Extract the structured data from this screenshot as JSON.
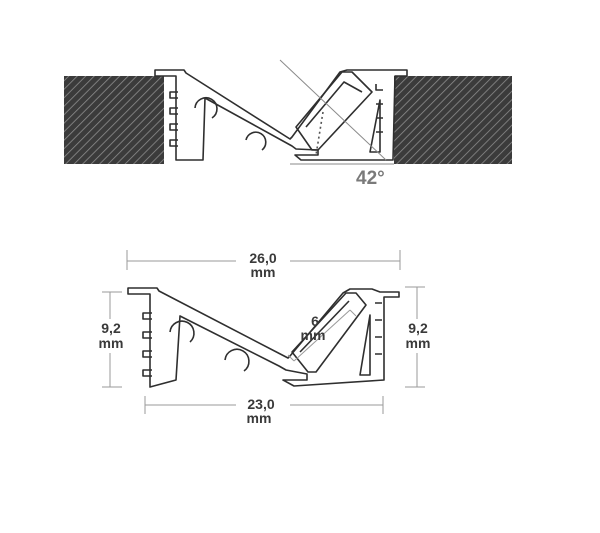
{
  "installed_view": {
    "angle_label": "42°"
  },
  "dimensions": {
    "overall_width": {
      "value": "26,0",
      "unit": "mm"
    },
    "base_width": {
      "value": "23,0",
      "unit": "mm"
    },
    "height_left": {
      "value": "9,2",
      "unit": "mm"
    },
    "height_right": {
      "value": "9,2",
      "unit": "mm"
    },
    "led_width": {
      "value": "6",
      "unit": "mm"
    }
  },
  "colors": {
    "profile_stroke": "#2f2f2f",
    "wall_fill": "#3b3b3b",
    "dimension_line": "#9a9a9a",
    "angle_text": "#7a7a7a"
  }
}
